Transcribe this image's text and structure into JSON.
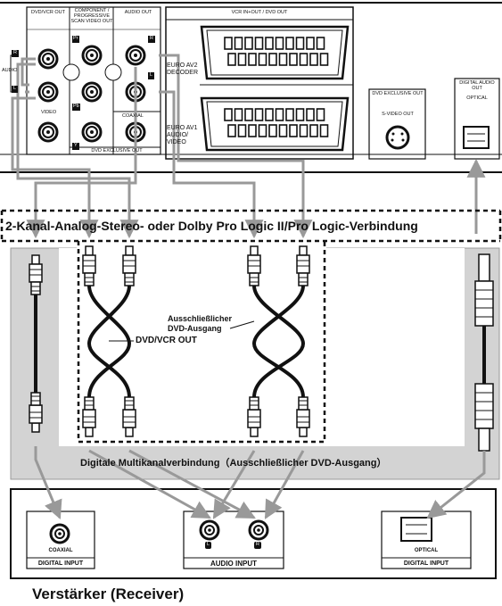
{
  "panel": {
    "dvd_vcr_out": "DVD/VCR OUT",
    "component": "COMPONENT / PROGRESSIVE SCAN VIDEO OUT",
    "audio_out": "AUDIO OUT",
    "vcr_in_out": "VCR IN+OUT / DVD OUT",
    "audio_side": "AUDIO",
    "badge_r": "R",
    "badge_l": "L",
    "pr": "Pr",
    "pb": "Pb",
    "y": "Y",
    "video": "VIDEO",
    "coaxial": "COAXIAL",
    "dvd_exclusive_out": "DVD EXCLUSIVE OUT",
    "euro_av2": "EURO AV2 DECODER",
    "euro_av1": "EURO AV1 AUDIO/ VIDEO",
    "svideo_box_title": "DVD EXCLUSIVE OUT",
    "svideo_out": "S-VIDEO OUT",
    "digital_box_title": "DIGITAL AUDIO OUT",
    "optical": "OPTICAL"
  },
  "labels": {
    "analog_title": "2-Kanal-Analog-Stereo- oder Dolby Pro Logic II/Pro Logic-Verbindung",
    "exclusive_line1": "Ausschließlicher",
    "exclusive_line2": "DVD-Ausgang",
    "dvd_vcr_out": "DVD/VCR OUT",
    "digital_multichannel": "Digitale Multikanalverbindung（Ausschließlicher DVD-Ausgang）"
  },
  "receiver": {
    "coaxial": "COAXIAL",
    "digital_input": "DIGITAL INPUT",
    "audio_input": "AUDIO INPUT",
    "badge_l": "L",
    "badge_r": "R",
    "optical": "OPTICAL",
    "digital_input_2": "DIGITAL INPUT",
    "title": "Verstärker (Receiver)"
  }
}
